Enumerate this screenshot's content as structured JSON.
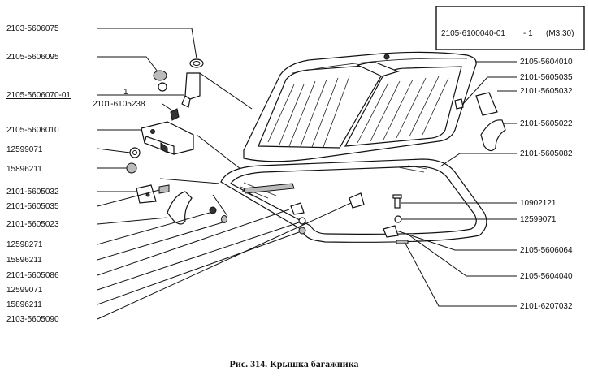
{
  "caption": "Рис. 314. Крышка багажника",
  "assembly_box": {
    "part": "2105-6100040-01",
    "qty": "- 1",
    "note": "(M3,30)"
  },
  "labels_left": [
    "2103-5606075",
    "2105-5606095",
    "2105-5606070-01",
    "1",
    "2101-6105238",
    "2105-5606010",
    "12599071",
    "15896211",
    "2101-5605032",
    "2101-5605035",
    "2101-5605023",
    "12598271",
    "15896211",
    "2101-5605086",
    "12599071",
    "15896211",
    "2103-5605090"
  ],
  "labels_right": [
    "2105-5604010",
    "2101-5605035",
    "2101-5605032",
    "2101-5605022",
    "2101-5605082",
    "10902121",
    "12599071",
    "2105-5606064",
    "2105-5604040",
    "2101-6207032"
  ]
}
